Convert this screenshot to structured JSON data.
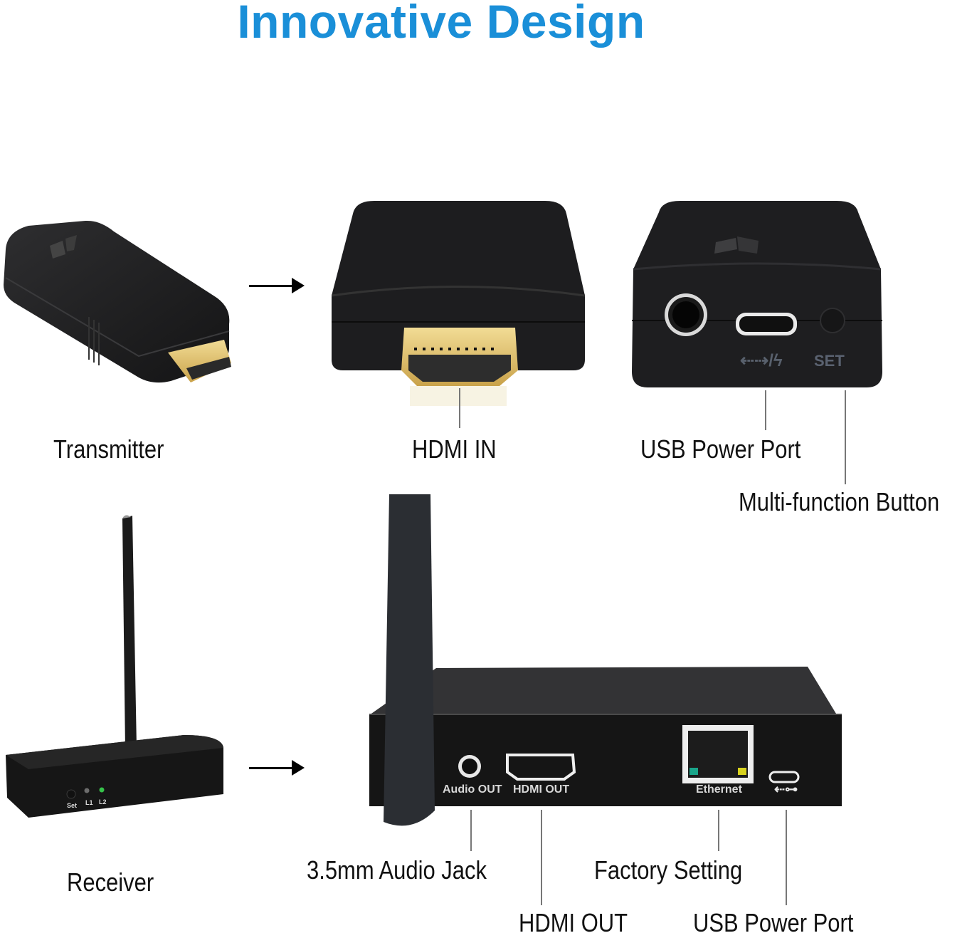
{
  "header": {
    "title": "Innovative Design"
  },
  "colors": {
    "title": "#1a8fd8",
    "device_body": "#1c1c1e",
    "hdmi_gold": "#e4c97a",
    "led_green": "#36c24a",
    "rj45_green": "#1aa58a",
    "rj45_yellow": "#d8d21e"
  },
  "transmitter": {
    "label": "Transmitter",
    "callouts": {
      "hdmi_in": "HDMI IN",
      "usb_power_port": "USB Power Port",
      "multi_function_button": "Multi-function Button"
    },
    "panel_marks": {
      "usb_symbol": "⭠⎯/ϟ",
      "set": "SET"
    }
  },
  "receiver": {
    "label": "Receiver",
    "front_panel": {
      "set": "Set",
      "led1": "L1",
      "led2": "L2"
    },
    "rear_panel": {
      "audio_out": "Audio OUT",
      "hdmi_out": "HDMI OUT",
      "ethernet": "Ethernet",
      "usb_symbol": "⭠⊶"
    },
    "callouts": {
      "audio_jack": "3.5mm Audio Jack",
      "hdmi_out": "HDMI OUT",
      "factory_setting": "Factory Setting",
      "usb_power_port": "USB Power Port"
    }
  }
}
